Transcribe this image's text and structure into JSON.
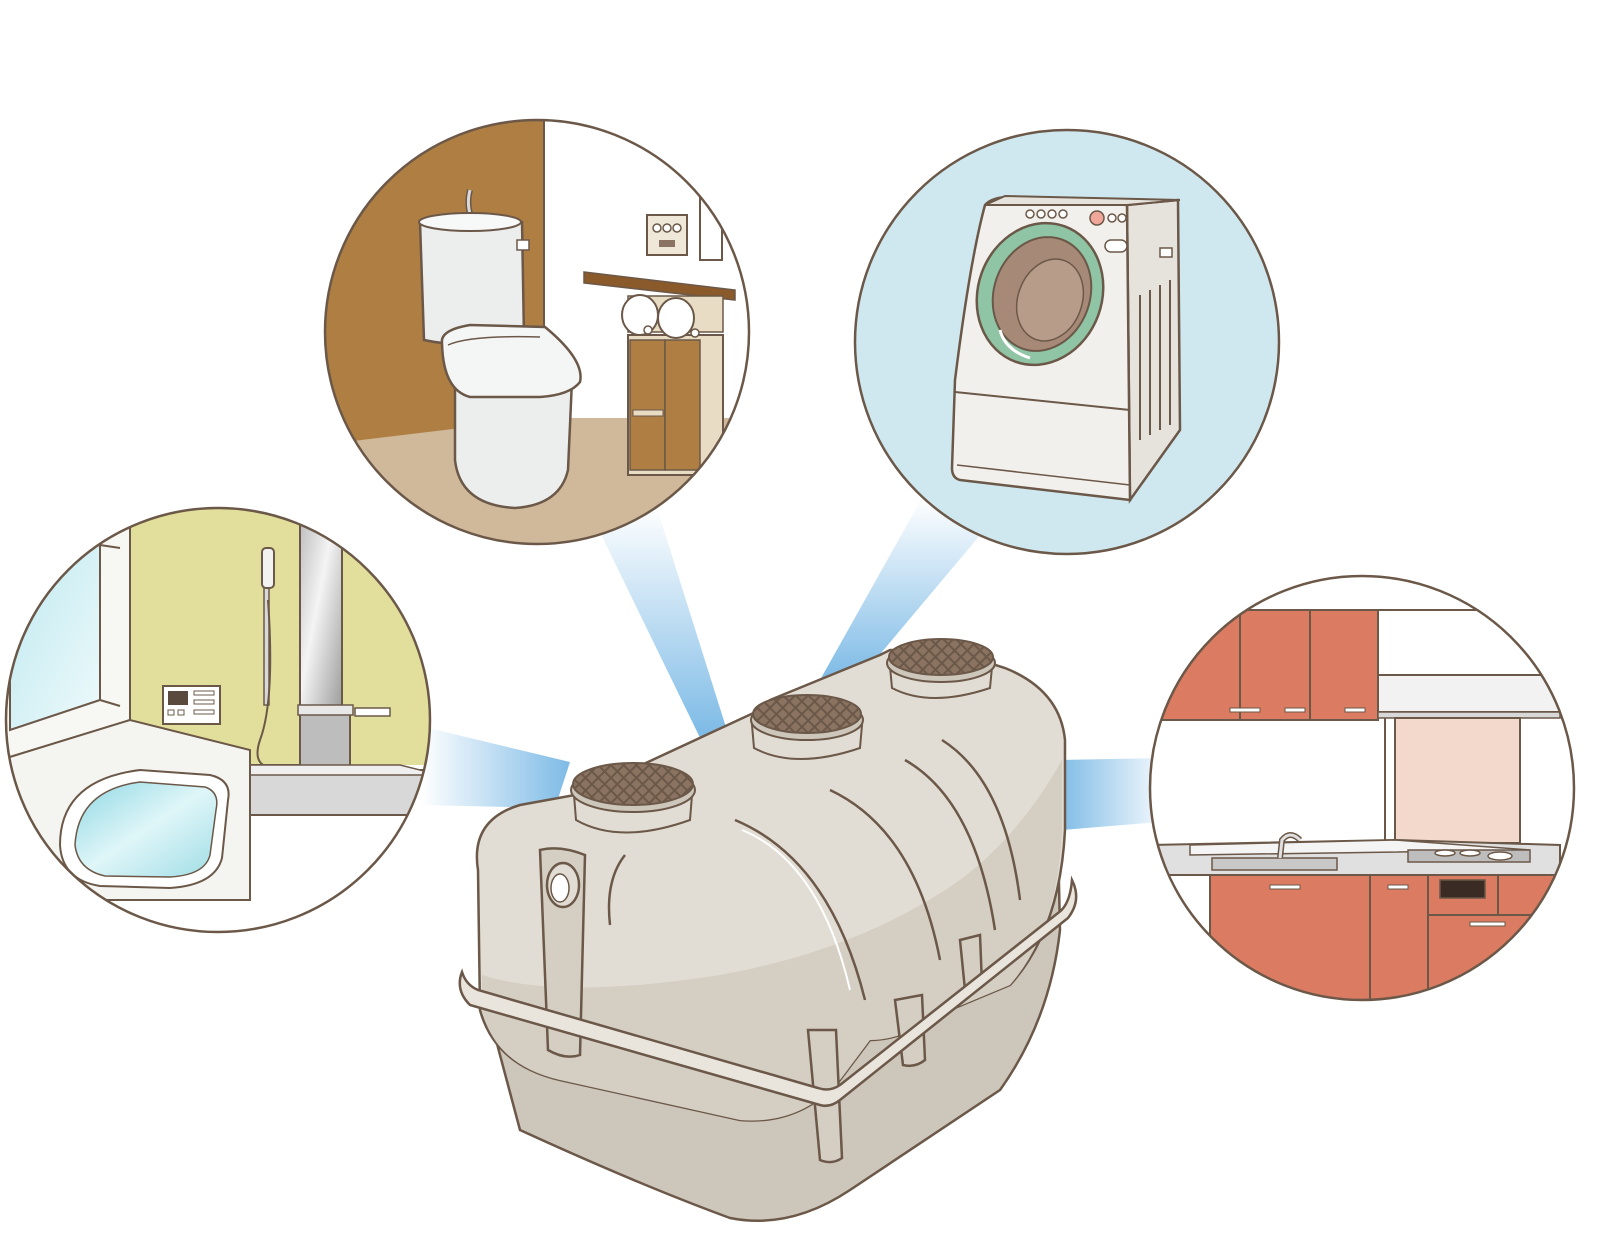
{
  "diagram": {
    "hub": {
      "icon": "septic-tank-icon"
    },
    "scenes": [
      {
        "key": "bathroom",
        "icon": "bathtub-icon"
      },
      {
        "key": "toilet",
        "icon": "toilet-icon"
      },
      {
        "key": "laundry",
        "icon": "washing-machine-icon"
      },
      {
        "key": "kitchen",
        "icon": "kitchen-sink-icon"
      }
    ],
    "connector_style": "gradient-beam",
    "colors": {
      "beam": "#6fb3e3",
      "outline": "#6b5848",
      "tank_body": "#e2ddd4",
      "tank_shadow": "#cdc6ba",
      "manhole_lid": "#8a7361",
      "toilet_wall": "#ae7e43",
      "toilet_floor": "#cfb99a",
      "laundry_bg": "#cfe8ef",
      "washer_ring": "#8fc4a4",
      "bath_wall": "#e2df9c",
      "bath_water": "#a9e2ea",
      "kitchen_cabinet": "#da7b62",
      "kitchen_splash": "#f3d9cc"
    }
  }
}
